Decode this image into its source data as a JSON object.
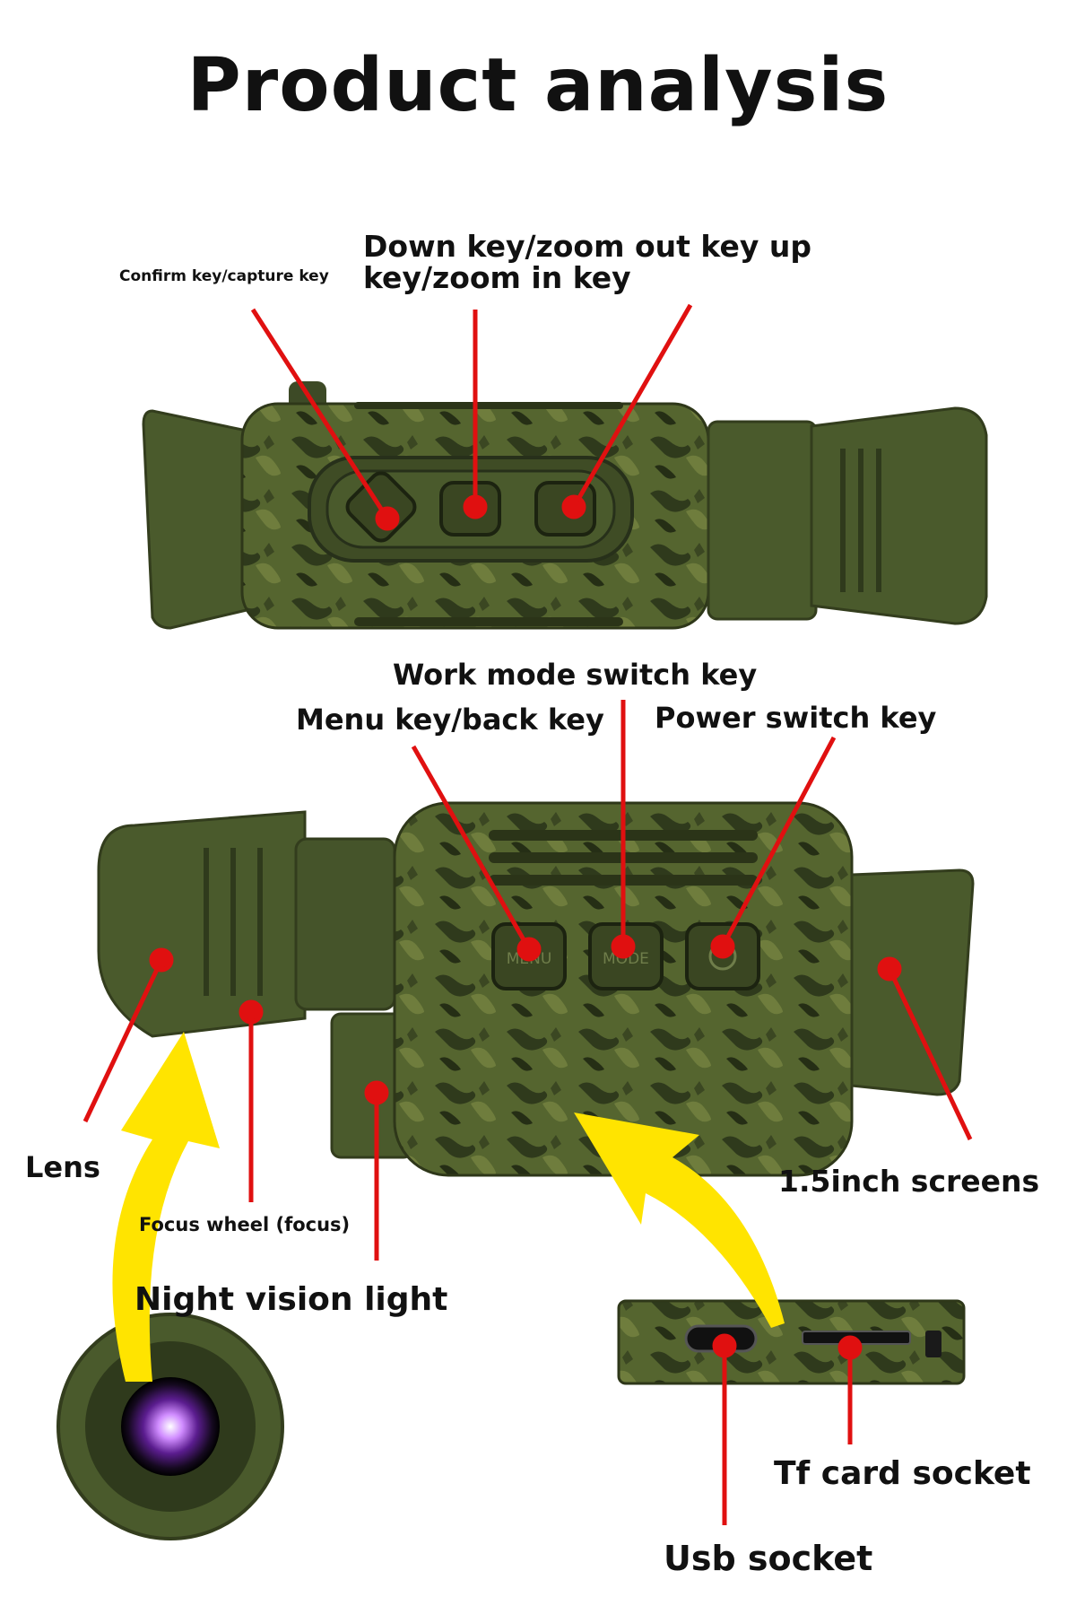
{
  "title": "Product analysis",
  "labels": {
    "confirm": "Confirm key/capture key",
    "down_up_line1": "Down key/zoom out key up",
    "down_up_line2": "key/zoom in key",
    "work_mode": "Work mode switch key",
    "menu": "Menu key/back key",
    "power": "Power switch key",
    "lens": "Lens",
    "focus": "Focus wheel (focus)",
    "night_light": "Night vision light",
    "screens": "1.5inch screens",
    "tf": "Tf card socket",
    "usb": "Usb socket"
  },
  "device_buttons": {
    "menu": "MENU",
    "mode": "MODE"
  },
  "colors": {
    "body_green": "#4a5a2c",
    "camo_dark": "#2f3a1c",
    "rubber": "#3d4a26",
    "pointer_red": "#e01010",
    "arrow_yellow": "#ffe400"
  }
}
